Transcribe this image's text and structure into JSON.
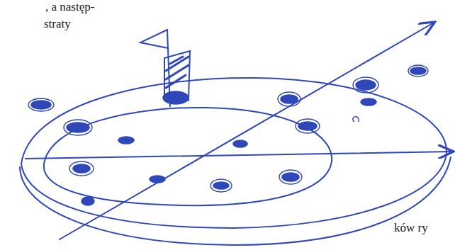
{
  "diagram": {
    "labels": [
      ", a następ-",
      "straty",
      "ków ry"
    ]
  }
}
